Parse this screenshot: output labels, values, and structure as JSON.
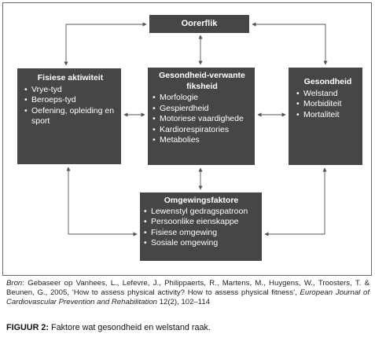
{
  "diagram": {
    "nodes": {
      "top": {
        "title": "Oorerflik",
        "items": []
      },
      "left": {
        "title": "Fisiese aktiwiteit",
        "items": [
          "Vrye-tyd",
          "Beroeps-tyd",
          "Oefening, opleiding en sport"
        ]
      },
      "center": {
        "title": "Gesondheid-verwante fiksheid",
        "items": [
          "Morfologie",
          "Gespierdheid",
          "Motoriese vaardighede",
          "Kardiorespiratories",
          "Metabolies"
        ]
      },
      "right": {
        "title": "Gesondheid",
        "items": [
          "Welstand",
          "Morbiditeit",
          "Mortaliteit"
        ]
      },
      "bottom": {
        "title": "Omgewingsfaktore",
        "items": [
          "Lewenstyl gedragspatroon",
          "Persoonlike eienskappe",
          "Fisiese omgewing",
          "Sosiale omgewing"
        ]
      }
    },
    "edges": [
      {
        "from": "top",
        "to": "left",
        "bidirectional": true
      },
      {
        "from": "top",
        "to": "center",
        "bidirectional": true
      },
      {
        "from": "top",
        "to": "right",
        "bidirectional": true
      },
      {
        "from": "left",
        "to": "center",
        "bidirectional": true
      },
      {
        "from": "center",
        "to": "right",
        "bidirectional": true
      },
      {
        "from": "center",
        "to": "bottom",
        "bidirectional": true
      },
      {
        "from": "left",
        "to": "bottom",
        "bidirectional": true
      },
      {
        "from": "right",
        "to": "bottom",
        "bidirectional": true
      }
    ],
    "line_color": "#555555",
    "box_color": "#464646"
  },
  "source": {
    "label": "Bron",
    "text": ": Gebaseer op Vanhees, L., Lefevre, J., Philippaerts, R., Martens, M., Huygens, W., Troosters, T. & Beunen, G., 2005, ‘How to assess physical activity? How to assess physical fitness’, ",
    "journal": "European Journal of Cardiovascular Prevention and Rehabilitation",
    "pages": " 12(2), 102–114"
  },
  "caption": {
    "label": "FIGUUR 2:",
    "text": " Faktore wat gesondheid en welstand raak."
  }
}
